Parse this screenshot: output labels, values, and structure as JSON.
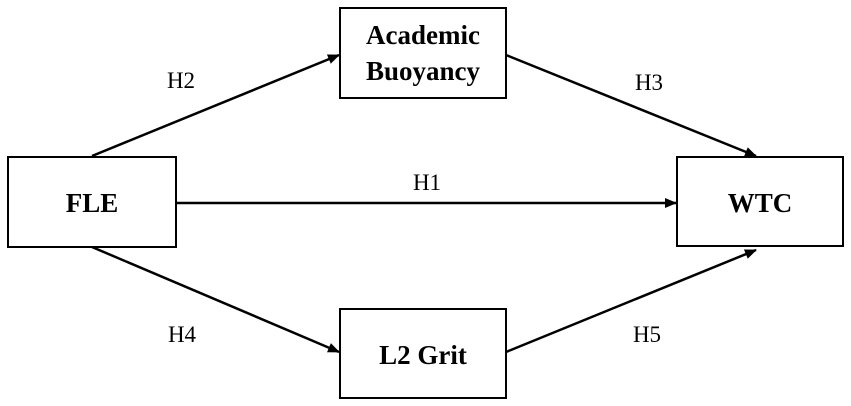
{
  "nodes": {
    "fle": {
      "label": "FLE"
    },
    "academic_buoyancy": {
      "line1": "Academic",
      "line2": "Buoyancy"
    },
    "wtc": {
      "label": "WTC"
    },
    "l2_grit": {
      "label": "L2 Grit"
    }
  },
  "edges": {
    "h1": {
      "label": "H1",
      "from": "FLE",
      "to": "WTC"
    },
    "h2": {
      "label": "H2",
      "from": "FLE",
      "to": "Academic Buoyancy"
    },
    "h3": {
      "label": "H3",
      "from": "Academic Buoyancy",
      "to": "WTC"
    },
    "h4": {
      "label": "H4",
      "from": "FLE",
      "to": "L2 Grit"
    },
    "h5": {
      "label": "H5",
      "from": "L2 Grit",
      "to": "WTC"
    }
  },
  "colors": {
    "line": "#000000",
    "background": "#ffffff"
  }
}
